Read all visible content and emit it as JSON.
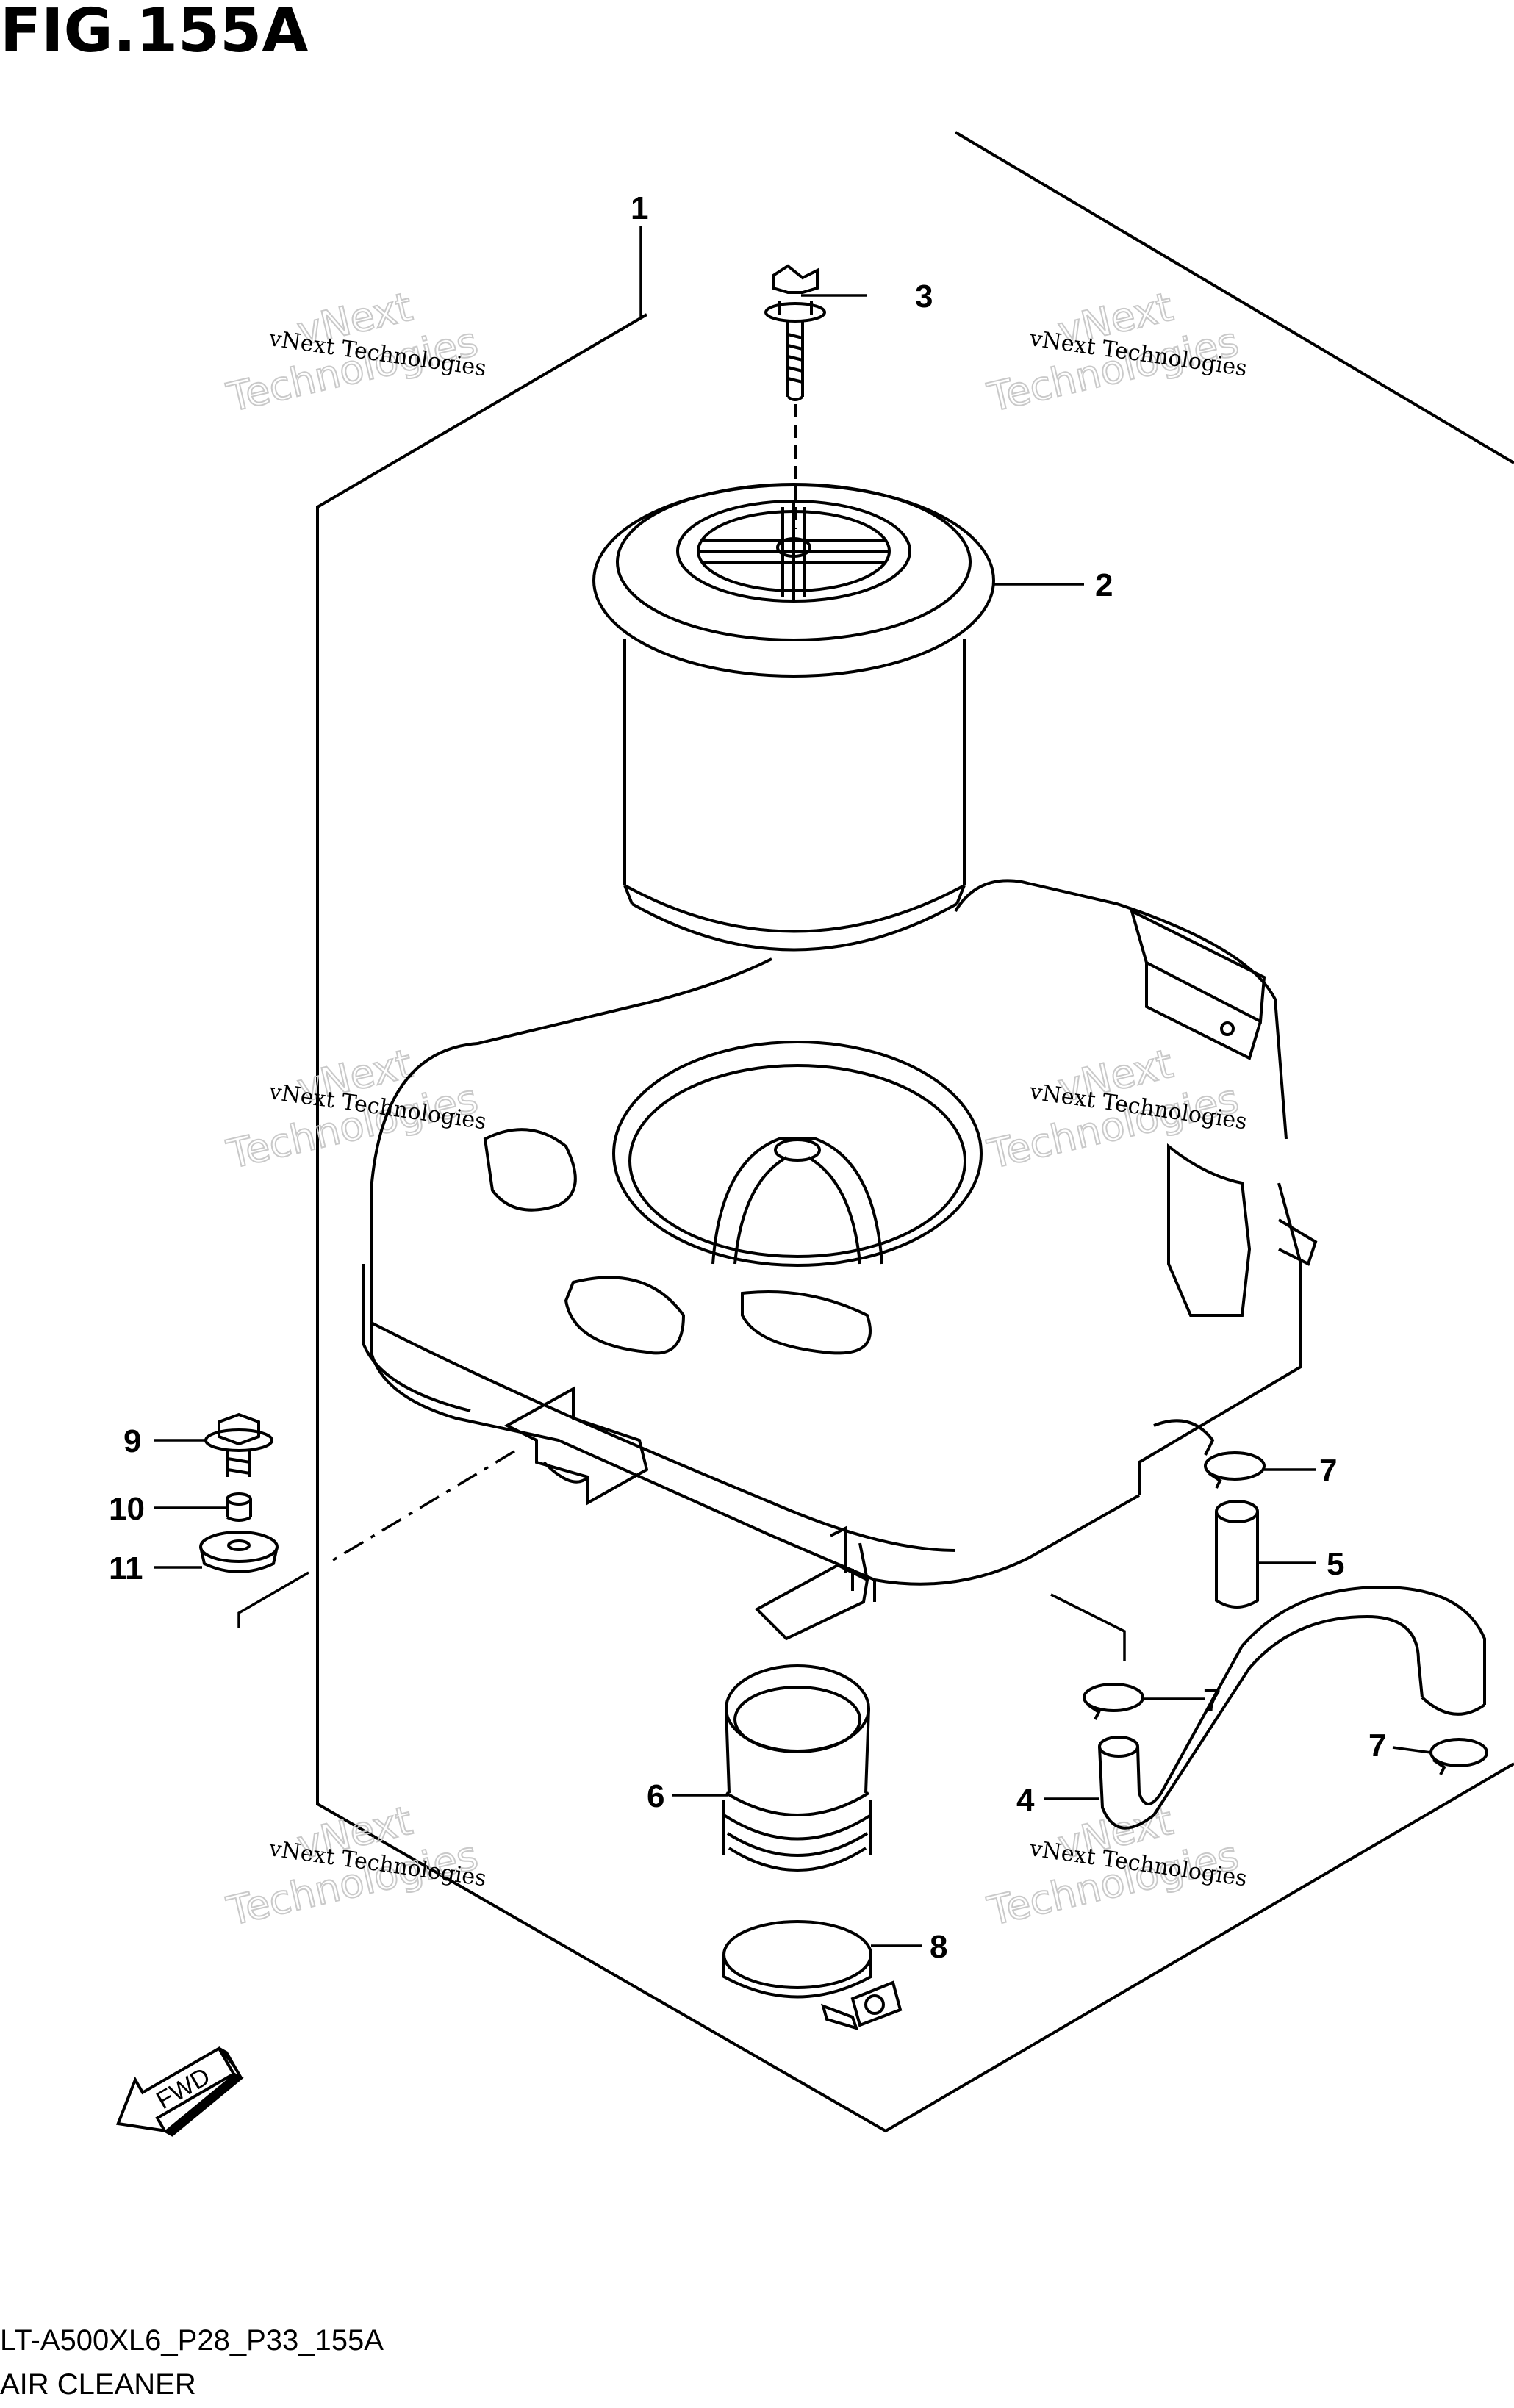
{
  "figure": {
    "title": "FIG.155A",
    "code": "LT-A500XL6_P28_P33_155A",
    "name": "AIR CLEANER"
  },
  "callouts": {
    "c1": "1",
    "c2": "2",
    "c3": "3",
    "c4": "4",
    "c5": "5",
    "c6": "6",
    "c7a": "7",
    "c7b": "7",
    "c7c": "7",
    "c8": "8",
    "c9": "9",
    "c10": "10",
    "c11": "11"
  },
  "fwd_label": "FWD",
  "watermark": {
    "line1": "vNext Technologies",
    "line2": "vNext",
    "line3": "Technologies"
  }
}
